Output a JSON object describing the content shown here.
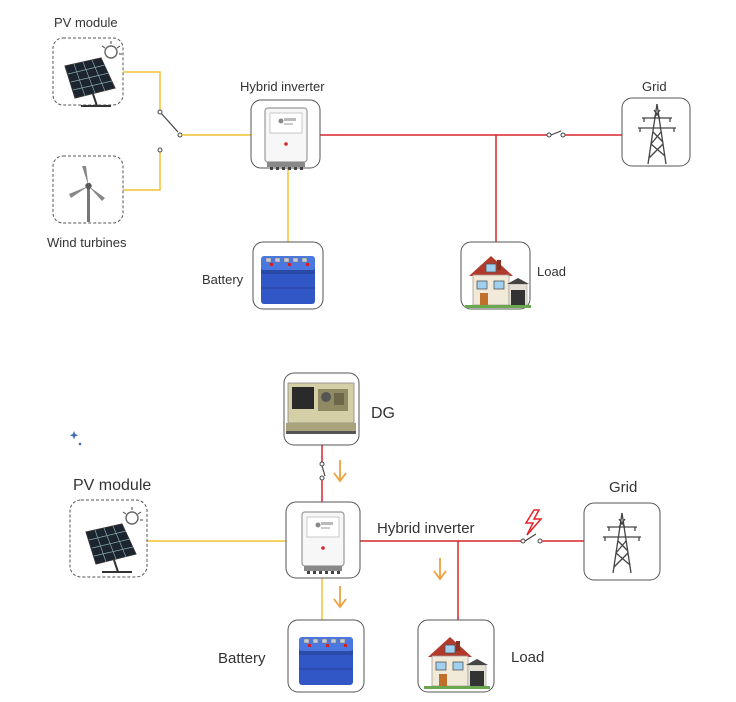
{
  "colors": {
    "ac_line": "#d9252b",
    "dc_line": "#f2c232",
    "flow_arrow": "#f0a03a",
    "fault_bolt": "#e5232b",
    "icon_border": "#555555",
    "moon": "#3f6fb7"
  },
  "top_diagram": {
    "pv_label": "PV module",
    "wind_label": "Wind turbines",
    "inverter_label": "Hybrid inverter",
    "grid_label": "Grid",
    "battery_label": "Battery",
    "load_label": "Load"
  },
  "bottom_diagram": {
    "dg_label": "DG",
    "pv_label": "PV module",
    "inverter_label": "Hybrid inverter",
    "grid_label": "Grid",
    "battery_label": "Battery",
    "load_label": "Load"
  },
  "icons": [
    "solar-panel-icon",
    "wind-turbine-icon",
    "inverter-icon",
    "transmission-tower-icon",
    "battery-icon",
    "house-icon",
    "generator-icon",
    "moon-icon",
    "lightning-icon",
    "flow-arrow-icon"
  ]
}
